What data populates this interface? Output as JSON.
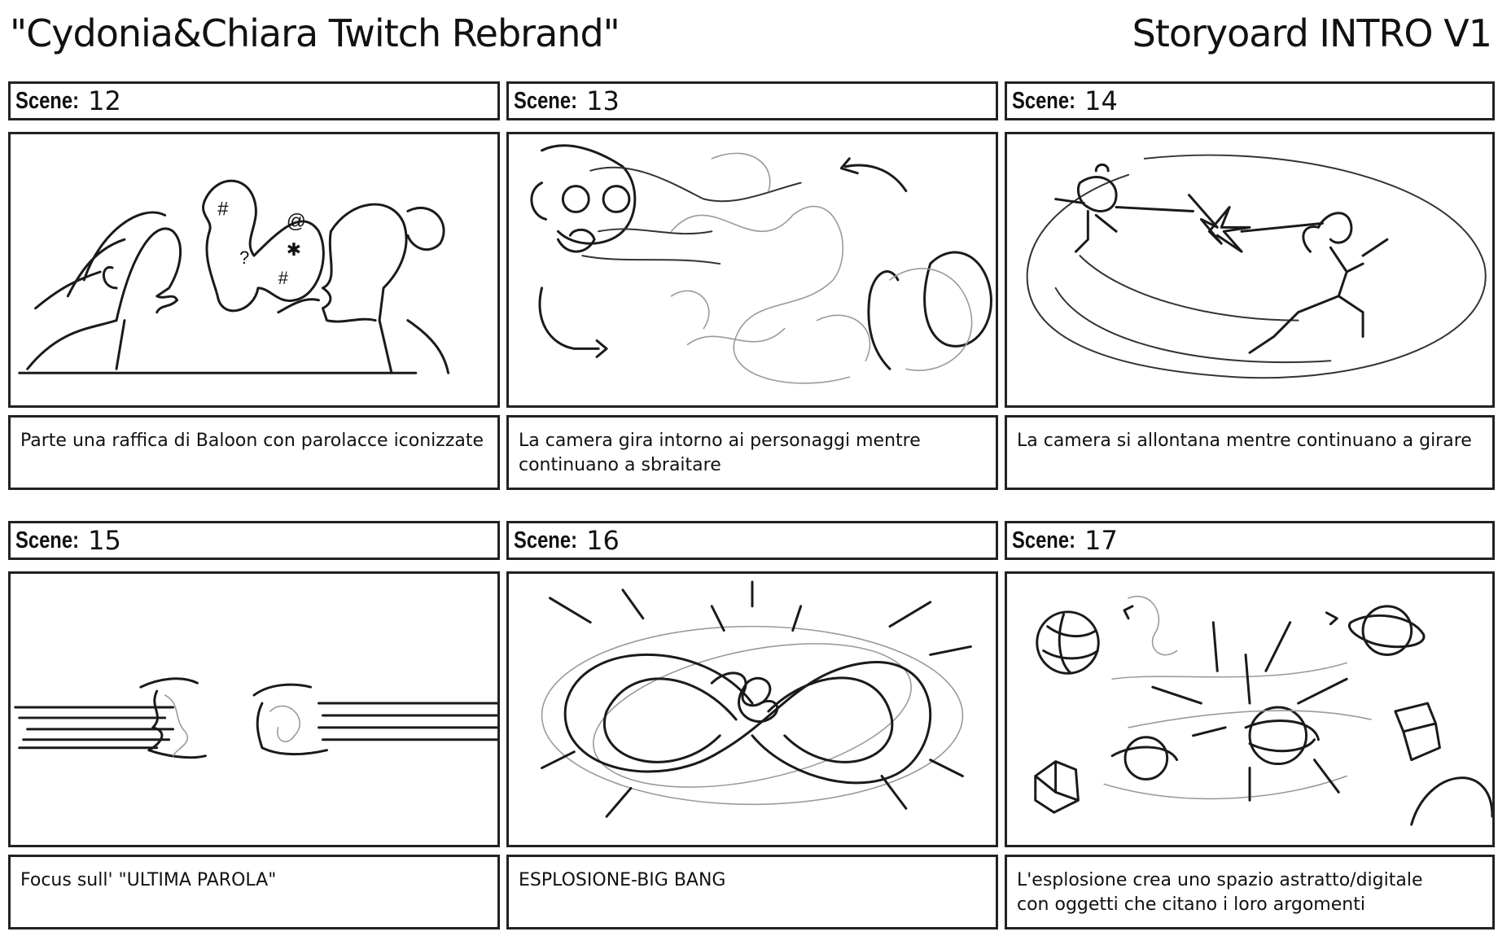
{
  "header": {
    "project_title": "\"Cydonia&Chiara Twitch Rebrand\"",
    "board_title": "Storyoard INTRO V1"
  },
  "scene_keyword": "Scene:",
  "scenes": [
    {
      "number": "12",
      "caption": [
        "Parte una raffica di Baloon con parolacce iconizzate"
      ],
      "sketch": "two-characters-shouting-balloons-sketch"
    },
    {
      "number": "13",
      "caption": [
        "La camera gira intorno ai personaggi mentre",
        "continuano a sbraitare"
      ],
      "sketch": "camera-orbit-sketch"
    },
    {
      "number": "14",
      "caption": [
        "La camera si allontana mentre continuano a girare"
      ],
      "sketch": "camera-pullback-sketch"
    },
    {
      "number": "15",
      "caption": [
        "Focus sull' \"ULTIMA PAROLA\""
      ],
      "sketch": "last-word-focus-sketch"
    },
    {
      "number": "16",
      "caption": [
        "ESPLOSIONE-BIG BANG"
      ],
      "sketch": "big-bang-sketch"
    },
    {
      "number": "17",
      "caption": [
        "L'esplosione crea uno spazio astratto/digitale",
        "con oggetti che citano i loro argomenti"
      ],
      "sketch": "abstract-space-sketch"
    }
  ]
}
